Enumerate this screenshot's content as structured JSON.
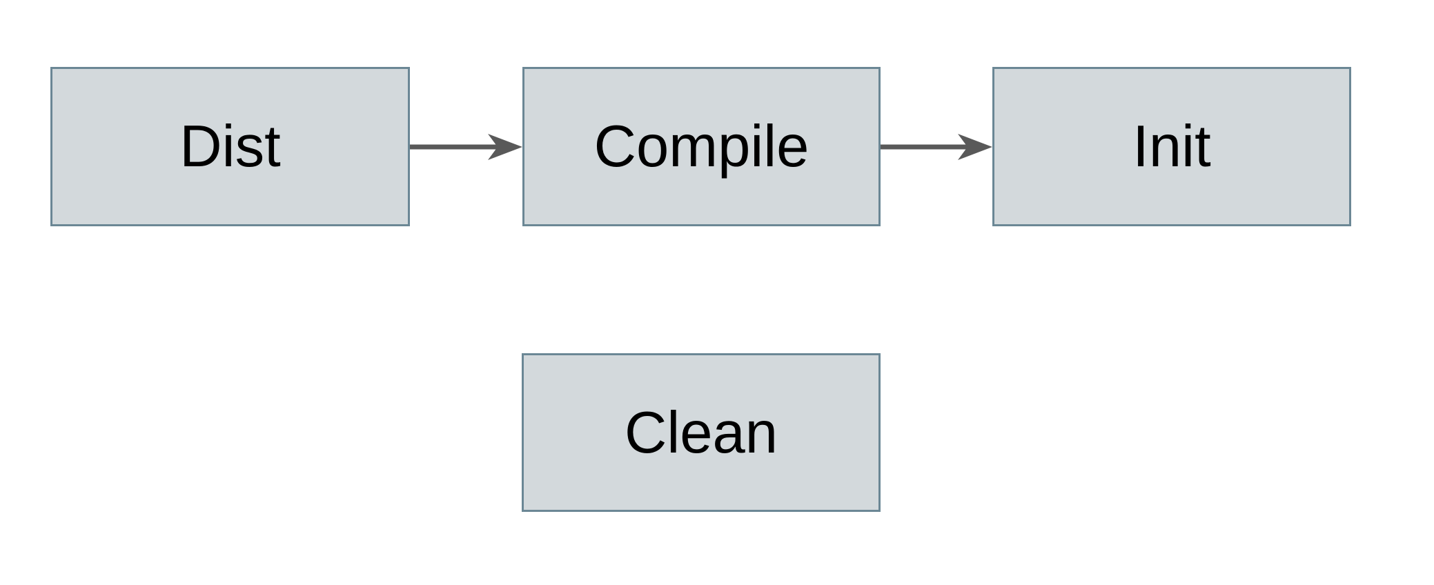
{
  "diagram": {
    "colors": {
      "canvas_bg": "#ffffff",
      "node_fill": "#d3d9dc",
      "node_border": "#6b8795",
      "arrow_color": "#595959",
      "label_color": "#000000"
    },
    "nodes": [
      {
        "id": "dist",
        "label": "Dist"
      },
      {
        "id": "compile",
        "label": "Compile"
      },
      {
        "id": "init",
        "label": "Init"
      },
      {
        "id": "clean",
        "label": "Clean"
      }
    ],
    "edges": [
      {
        "from": "dist",
        "to": "compile"
      },
      {
        "from": "compile",
        "to": "init"
      }
    ]
  }
}
